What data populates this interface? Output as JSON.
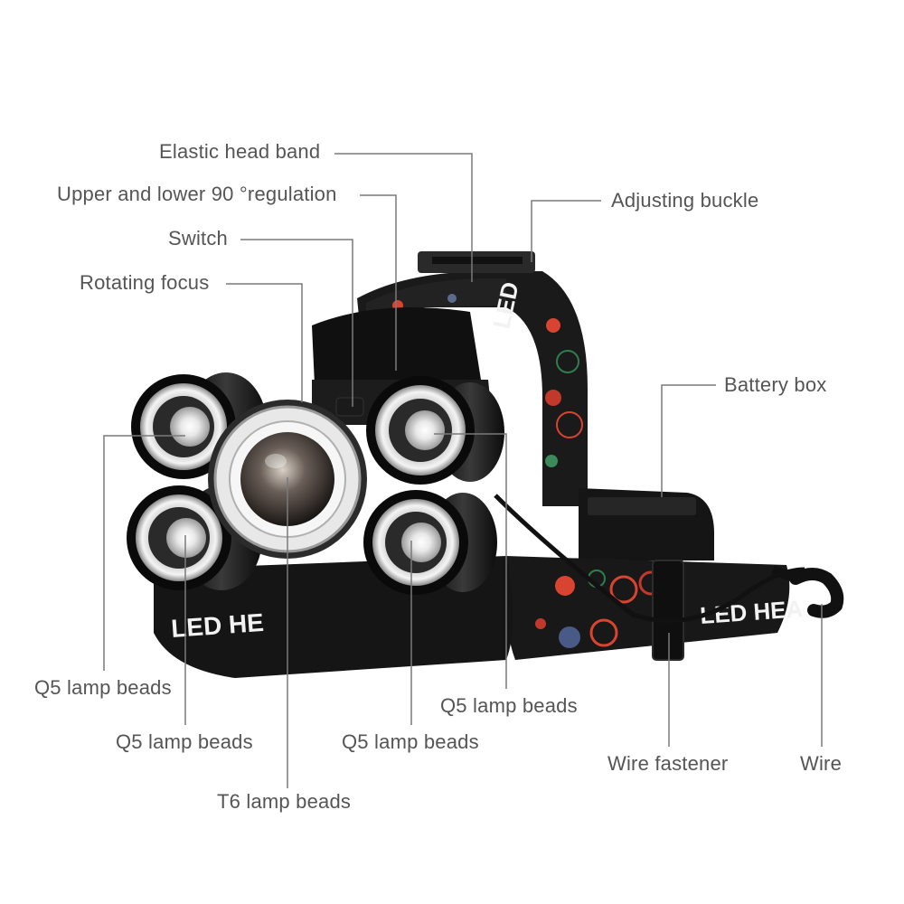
{
  "labels": {
    "elastic_head_band": "Elastic head band",
    "upper_lower_regulation": "Upper and lower 90 °regulation",
    "switch": "Switch",
    "rotating_focus": "Rotating focus",
    "adjusting_buckle": "Adjusting buckle",
    "battery_box": "Battery box",
    "q5_left_top": "Q5 lamp beads",
    "q5_left_bottom": "Q5 lamp beads",
    "q5_right_top": "Q5 lamp beads",
    "q5_right_bottom": "Q5 lamp beads",
    "t6": "T6 lamp beads",
    "wire_fastener": "Wire fastener",
    "wire": "Wire"
  },
  "strap_print": "LED HE",
  "strap_print_side": "LED HEA",
  "strap_print_top": "LED"
}
